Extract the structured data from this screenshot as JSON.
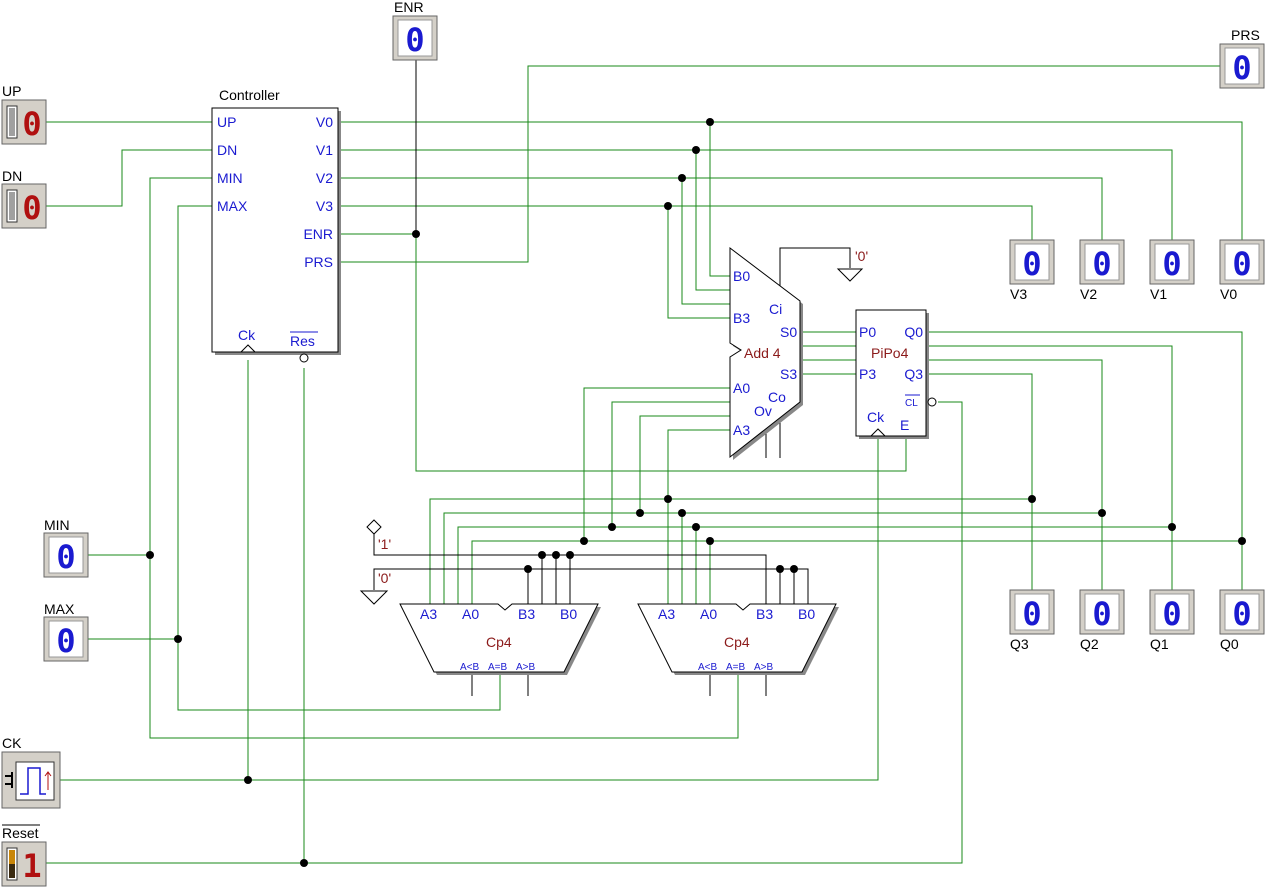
{
  "colors": {
    "wire": "#1a8a1a",
    "pin_text": "#1a1ad0",
    "block_name": "#8b1a1a",
    "digit_blue": "#1a1ad0",
    "digit_red": "#b01010"
  },
  "inputs": {
    "up": {
      "label": "UP",
      "digit": "0",
      "kind": "switch"
    },
    "dn": {
      "label": "DN",
      "digit": "0",
      "kind": "switch"
    },
    "ck": {
      "label": "CK",
      "kind": "clock"
    },
    "reset": {
      "label": "Reset",
      "digit": "1",
      "kind": "switch"
    }
  },
  "displays": {
    "enr": {
      "label": "ENR",
      "digit": "0"
    },
    "prs": {
      "label": "PRS",
      "digit": "0"
    },
    "min": {
      "label": "MIN",
      "digit": "0"
    },
    "max": {
      "label": "MAX",
      "digit": "0"
    },
    "v3": {
      "label": "V3",
      "digit": "0"
    },
    "v2": {
      "label": "V2",
      "digit": "0"
    },
    "v1": {
      "label": "V1",
      "digit": "0"
    },
    "v0": {
      "label": "V0",
      "digit": "0"
    },
    "q3": {
      "label": "Q3",
      "digit": "0"
    },
    "q2": {
      "label": "Q2",
      "digit": "0"
    },
    "q1": {
      "label": "Q1",
      "digit": "0"
    },
    "q0": {
      "label": "Q0",
      "digit": "0"
    }
  },
  "controller": {
    "title": "Controller",
    "in_pins": [
      "UP",
      "DN",
      "MIN",
      "MAX"
    ],
    "out_pins": [
      "V0",
      "V1",
      "V2",
      "V3",
      "ENR",
      "PRS"
    ],
    "ck": "Ck",
    "res": "Res"
  },
  "adder": {
    "name": "Add 4",
    "pins": {
      "b0": "B0",
      "b3": "B3",
      "ci": "Ci",
      "s0": "S0",
      "s3": "S3",
      "a0": "A0",
      "a3": "A3",
      "co": "Co",
      "ov": "Ov"
    }
  },
  "register": {
    "name": "PiPo4",
    "pins": {
      "p0": "P0",
      "p3": "P3",
      "q0": "Q0",
      "q3": "Q3",
      "cl": "CL",
      "ck": "Ck",
      "e": "E"
    }
  },
  "comparators": [
    {
      "name": "Cp4",
      "pins": {
        "a3": "A3",
        "a0": "A0",
        "b3": "B3",
        "b0": "B0",
        "lt": "A<B",
        "eq": "A=B",
        "gt": "A>B"
      }
    },
    {
      "name": "Cp4",
      "pins": {
        "a3": "A3",
        "a0": "A0",
        "b3": "B3",
        "b0": "B0",
        "lt": "A<B",
        "eq": "A=B",
        "gt": "A>B"
      }
    }
  ],
  "constants": {
    "adder_ci": "'0'",
    "one": "'1'",
    "zero": "'0'"
  }
}
